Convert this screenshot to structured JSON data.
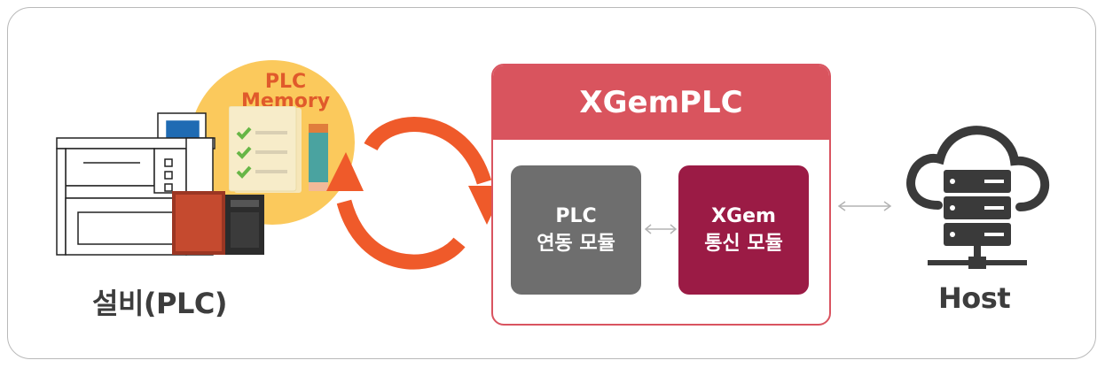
{
  "diagram": {
    "left_label": "설비(PLC)",
    "memory_title_line1": "PLC",
    "memory_title_line2": "Memory",
    "xgem_title": "XGemPLC",
    "plc_module_line1": "PLC",
    "plc_module_line2": "연동 모듈",
    "xgem_module_line1": "XGem",
    "xgem_module_line2": "통신 모듈",
    "right_label": "Host",
    "colors": {
      "xgem_header": "#d9545e",
      "plc_module": "#6e6e6e",
      "xgem_module": "#9b1b45",
      "cycle_arrow": "#ef5a2a",
      "memory_circle": "#fbc95c"
    }
  }
}
